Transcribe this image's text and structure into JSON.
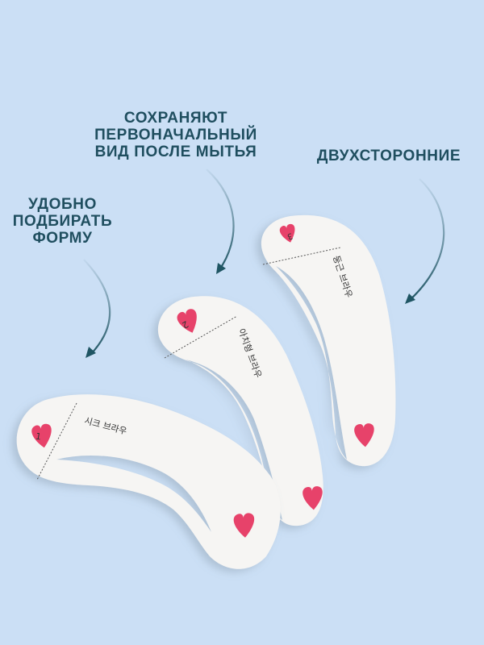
{
  "colors": {
    "background": "#CBDFF5",
    "text": "#1F4E5F",
    "stencil": "#F6F5F3",
    "heart": "#E7426A",
    "arrow": "#1F5563"
  },
  "captions": {
    "wash": {
      "lines": [
        "СОХРАНЯЮТ",
        "ПЕРВОНАЧАЛЬНЫЙ",
        "ВИД ПОСЛЕ МЫТЬЯ"
      ]
    },
    "shape": {
      "lines": [
        "УДОБНО",
        "ПОДБИРАТЬ",
        "ФОРМУ"
      ]
    },
    "double_sided": {
      "lines": [
        "ДВУХСТОРОННИЕ"
      ]
    }
  },
  "stencils": [
    {
      "number": "1",
      "label": "시크 브라우"
    },
    {
      "number": "2",
      "label": "아치형 브라우"
    },
    {
      "number": "3",
      "label": "둥근 브라우"
    }
  ],
  "icons": {
    "arrows": [
      "curved-arrow-icon",
      "curved-arrow-icon",
      "curved-arrow-icon"
    ],
    "hearts": "heart-icon"
  }
}
